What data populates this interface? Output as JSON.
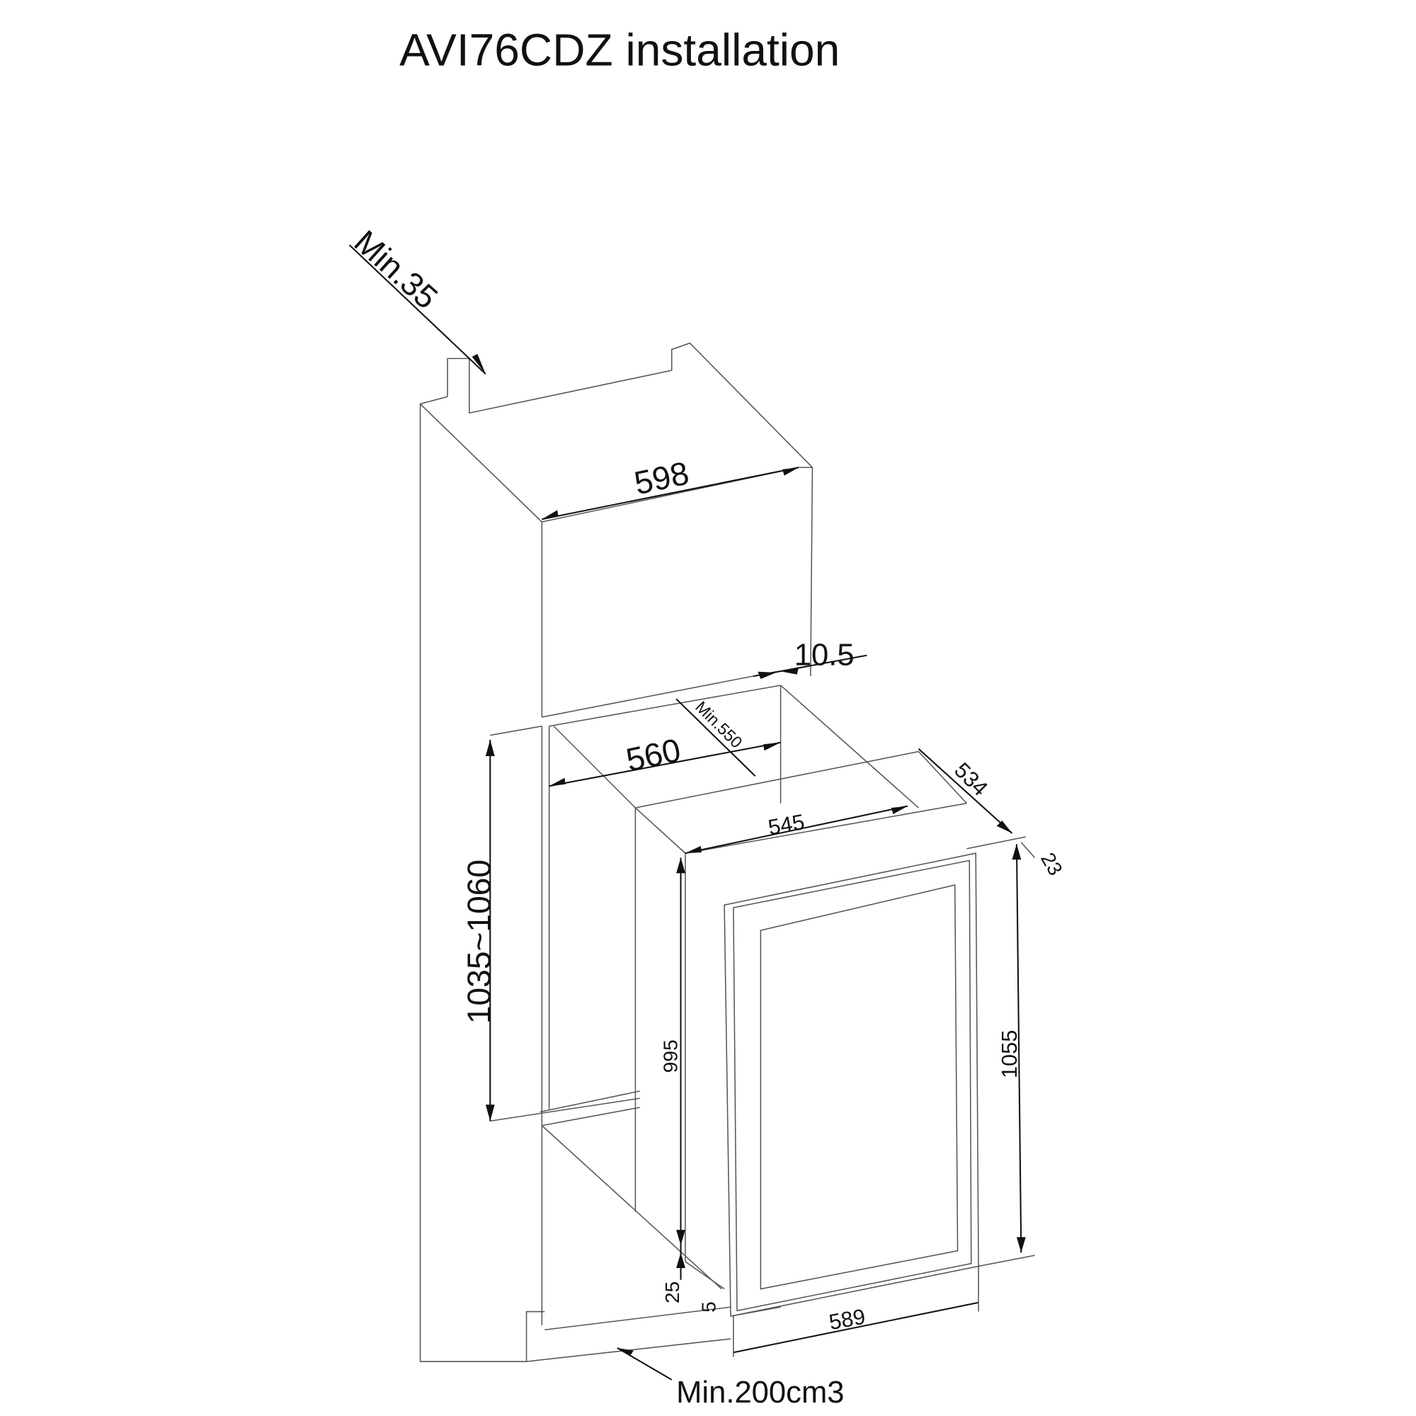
{
  "title": "AVI76CDZ installation",
  "dimensions": {
    "min_top_vent": "Min.35",
    "cabinet_width": "598",
    "gap": "10.5",
    "min_depth": "Min.550",
    "niche_width": "560",
    "depth": "534",
    "body_width": "545",
    "door_offset": "23",
    "niche_height": "1035~1060",
    "body_height": "995",
    "total_height": "1055",
    "bottom_gap": "25",
    "door_gap": "5",
    "door_width": "589",
    "min_vent_area": "Min.200cm3"
  }
}
